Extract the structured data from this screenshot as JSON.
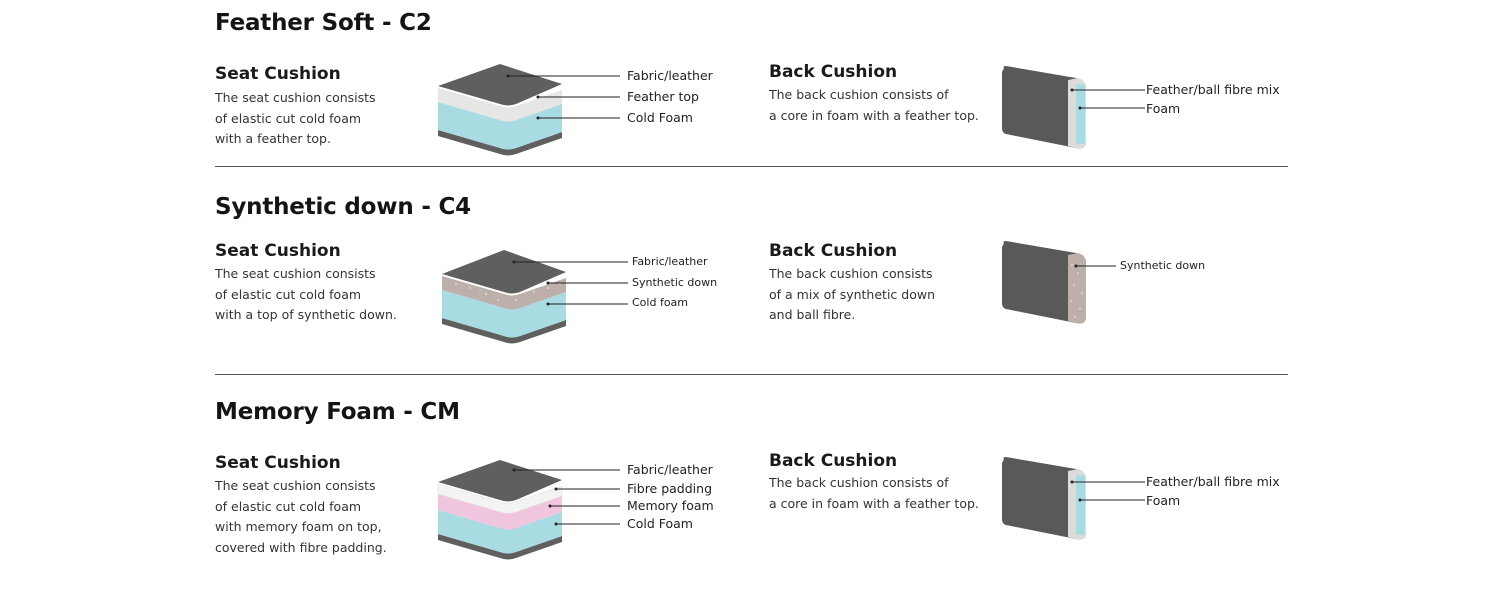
{
  "sections": [
    {
      "title": "Feather Soft - C2",
      "seat": {
        "heading": "Seat Cushion",
        "lines": [
          "The seat cushion consists",
          "of elastic cut cold foam",
          "with a feather top."
        ],
        "layers": [
          "Fabric/leather",
          "Feather top",
          "Cold Foam"
        ]
      },
      "back": {
        "heading": "Back Cushion",
        "lines": [
          "The back cushion consists of",
          "a core in foam with a feather top."
        ],
        "layers": [
          "Feather/ball fibre mix",
          "Foam"
        ]
      }
    },
    {
      "title": "Synthetic down - C4",
      "seat": {
        "heading": "Seat Cushion",
        "lines": [
          "The seat cushion consists",
          "of elastic cut cold foam",
          "with a top of synthetic down."
        ],
        "layers": [
          "Fabric/leather",
          "Synthetic down",
          "Cold foam"
        ]
      },
      "back": {
        "heading": "Back Cushion",
        "lines": [
          "The back cushion consists",
          "of a mix of synthetic down",
          "and ball fibre."
        ],
        "layers": [
          "Synthetic down"
        ]
      }
    },
    {
      "title": "Memory Foam - CM",
      "seat": {
        "heading": "Seat Cushion",
        "lines": [
          "The seat cushion consists",
          "of elastic cut cold foam",
          "with memory foam on top,",
          "covered with fibre padding."
        ],
        "layers": [
          "Fabric/leather",
          "Fibre padding",
          "Memory foam",
          "Cold Foam"
        ]
      },
      "back": {
        "heading": "Back Cushion",
        "lines": [
          "The back cushion consists of",
          "a core in foam with a feather top."
        ],
        "layers": [
          "Feather/ball fibre mix",
          "Foam"
        ]
      }
    }
  ],
  "colors": {
    "fabric": "#5f5f5f",
    "feather": "#e6e6e4",
    "cold_foam": "#a9dbe3",
    "synthetic_down": "#bdb0aa",
    "memory_foam": "#f0c6de",
    "fibre_padding": "#f3f3f3"
  }
}
